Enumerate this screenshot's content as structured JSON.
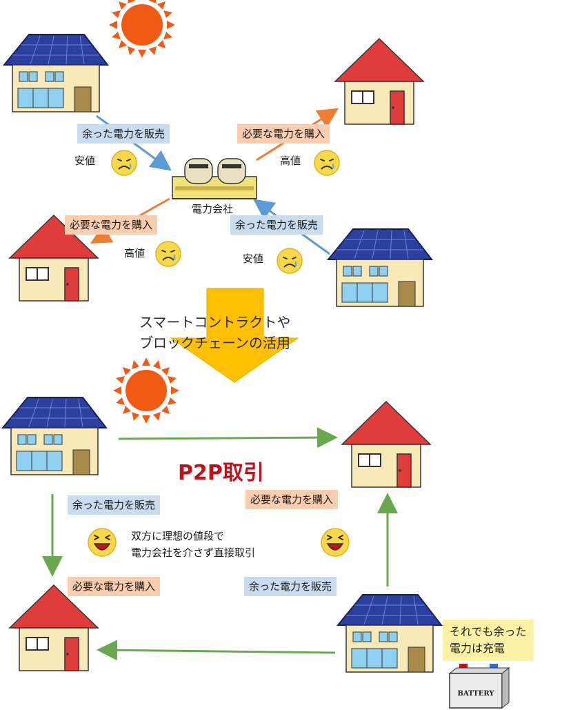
{
  "top": {
    "sell_left": "余った電力を販売",
    "buy_right": "必要な電力を購入",
    "buy_left": "必要な電力を購入",
    "sell_right": "余った電力を販売",
    "price_cheap_1": "安値",
    "price_high_1": "高値",
    "price_high_2": "高値",
    "price_cheap_2": "安値",
    "company": "電力会社"
  },
  "transition": {
    "line1": "スマートコントラクトや",
    "line2": "ブロックチェーンの活用"
  },
  "bottom": {
    "title": "P2P取引",
    "sell_1": "余った電力を販売",
    "buy_1": "必要な電力を購入",
    "buy_2": "必要な電力を購入",
    "sell_2": "余った電力を販売",
    "center_line1": "双方に理想の値段で",
    "center_line2": "電力会社を介さず直接取引",
    "battery_note_line1": "それでも余った",
    "battery_note_line2": "電力は充電",
    "battery_text": "BATTERY"
  },
  "colors": {
    "roof_red": "#e03c3c",
    "solar_blue": "#2a3f9e",
    "wall": "#f7e9b8",
    "arrow_green": "#6aa84f",
    "arrow_blue": "#5b9bd5",
    "arrow_orange": "#ed7d31",
    "sun": "#f05a14",
    "down_arrow": "#ffc000"
  }
}
